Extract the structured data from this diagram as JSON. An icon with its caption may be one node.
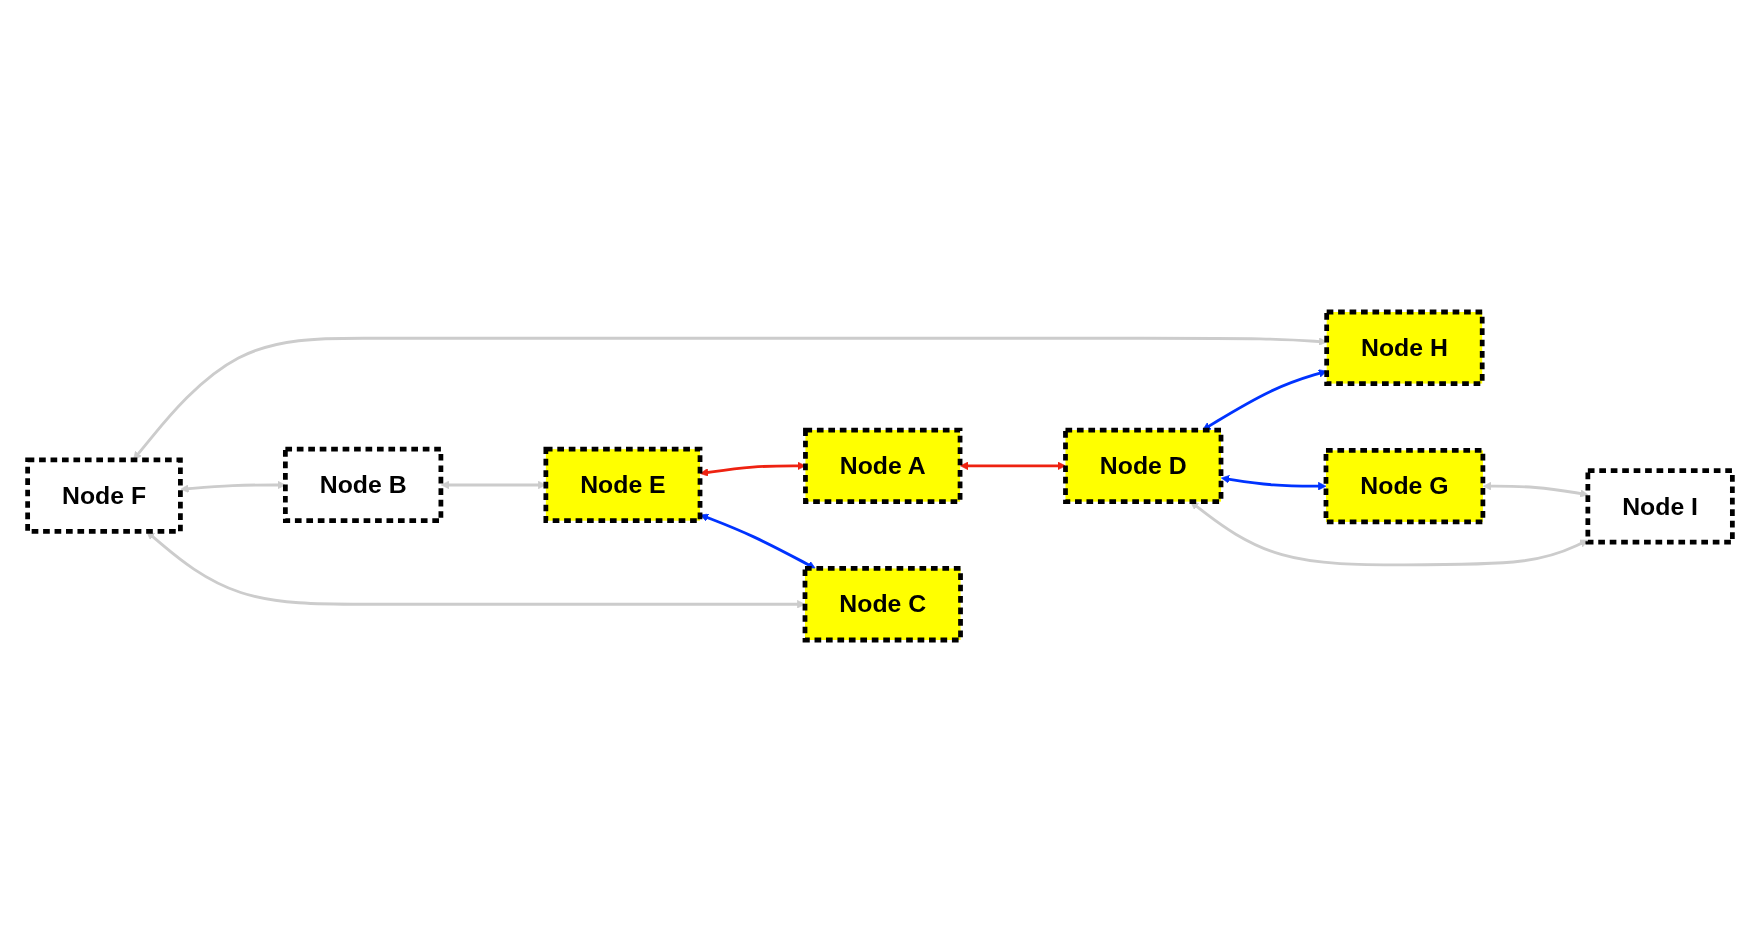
{
  "diagram": {
    "nodes": [
      {
        "text": [
          "Node A"
        ]
      },
      {
        "text": [
          "Node B"
        ]
      },
      {
        "text": [
          "Node C"
        ]
      },
      {
        "text": [
          "Node D"
        ]
      },
      {
        "text": [
          "Node E"
        ]
      },
      {
        "text": [
          "Node F"
        ]
      },
      {
        "text": [
          "Node G"
        ]
      },
      {
        "text": [
          "Node H"
        ]
      },
      {
        "text": [
          "Node I"
        ]
      }
    ],
    "edges": [
      {
        "from": 5,
        "to": 7,
        "arrow": "both"
      },
      {
        "from": 5,
        "to": 1,
        "arrow": "both"
      },
      {
        "from": 1,
        "to": 4,
        "arrow": "both"
      },
      {
        "from": 5,
        "to": 2,
        "arrow": "both"
      },
      {
        "from": 4,
        "to": 0,
        "arrow": "both",
        "color": "#ee2211"
      },
      {
        "from": 0,
        "to": 3,
        "arrow": "both",
        "color": "#ee2211"
      },
      {
        "from": 3,
        "to": 7,
        "arrow": "both",
        "color": "#0033ff"
      },
      {
        "from": 4,
        "to": 2,
        "arrow": "both",
        "color": "#0033ff"
      },
      {
        "from": 3,
        "to": 6,
        "arrow": "both",
        "color": "#0033ff"
      },
      {
        "from": 3,
        "to": 8,
        "arrow": "both"
      },
      {
        "from": 6,
        "to": 8,
        "arrow": "both"
      }
    ]
  }
}
